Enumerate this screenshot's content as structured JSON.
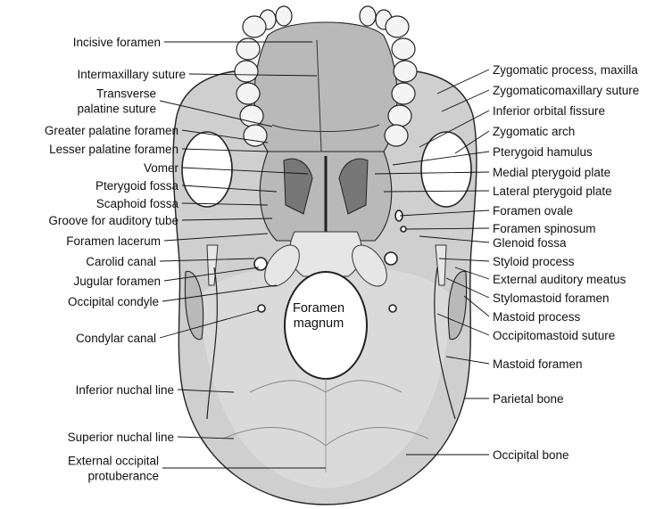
{
  "title": "Inferior view of the skull",
  "center_label": [
    "Foramen",
    "magnum"
  ],
  "left_labels": [
    {
      "text": [
        "Incisive foramen"
      ]
    },
    {
      "text": [
        "Intermaxillary suture"
      ]
    },
    {
      "text": [
        "Transverse",
        "palatine suture"
      ]
    },
    {
      "text": [
        "Greater palatine foramen"
      ]
    },
    {
      "text": [
        "Lesser palatine foramen"
      ]
    },
    {
      "text": [
        "Vomer"
      ]
    },
    {
      "text": [
        "Pterygoid fossa"
      ]
    },
    {
      "text": [
        "Scaphoid fossa"
      ]
    },
    {
      "text": [
        "Groove for auditory tube"
      ]
    },
    {
      "text": [
        "Foramen lacerum"
      ]
    },
    {
      "text": [
        "Carolid canal"
      ]
    },
    {
      "text": [
        "Jugular foramen"
      ]
    },
    {
      "text": [
        "Occipital condyle"
      ]
    },
    {
      "text": [
        "Condylar canal"
      ]
    },
    {
      "text": [
        "Inferior nuchal line"
      ]
    },
    {
      "text": [
        "Superior nuchal line"
      ]
    },
    {
      "text": [
        "External occipital",
        "protuberance"
      ]
    }
  ],
  "right_labels": [
    {
      "text": "Zygomatic process, maxilla"
    },
    {
      "text": "Zygomaticomaxillary suture"
    },
    {
      "text": "Inferior orbital fissure"
    },
    {
      "text": "Zygomatic arch"
    },
    {
      "text": "Pterygoid hamulus"
    },
    {
      "text": "Medial pterygoid plate"
    },
    {
      "text": "Lateral pterygoid plate"
    },
    {
      "text": "Foramen ovale"
    },
    {
      "text": "Foramen spinosum"
    },
    {
      "text": "Glenoid fossa"
    },
    {
      "text": "Styloid process"
    },
    {
      "text": "External auditory meatus"
    },
    {
      "text": "Stylomastoid foramen"
    },
    {
      "text": "Mastoid process"
    },
    {
      "text": "Occipitomastoid suture"
    },
    {
      "text": "Mastoid foramen"
    },
    {
      "text": "Parietal bone"
    },
    {
      "text": "Occipital bone"
    }
  ]
}
